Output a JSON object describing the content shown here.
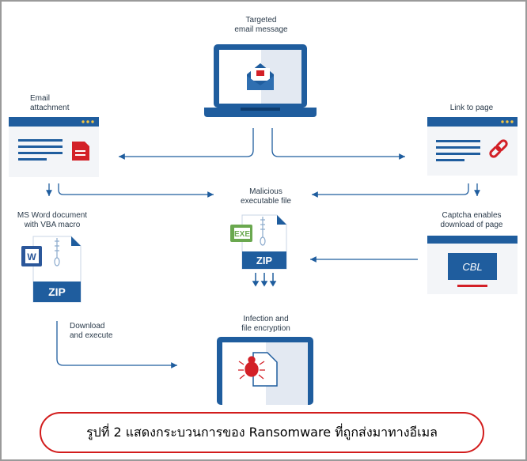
{
  "colors": {
    "blue": "#1f5d9e",
    "light_blue": "#5b8fc7",
    "pale": "#f3f5f8",
    "red": "#d32027",
    "green": "#6aa84f",
    "caption_border": "#d21c1c"
  },
  "labels": {
    "targeted_email": "Targeted\nemail message",
    "email_attachment": "Email\nattachment",
    "link_to_page": "Link to page",
    "malicious_file": "Malicious\nexecutable file",
    "ms_word": "MS Word document\nwith VBA macro",
    "captcha": "Captcha enables\ndownload of page",
    "download_execute": "Download\nand execute",
    "infection": "Infection and\nfile encryption"
  },
  "icons": {
    "zip_left": "ZIP",
    "zip_center": "ZIP",
    "exe": "EXE",
    "word": "W",
    "captcha_text": "CBL"
  },
  "caption": "รูปที่ 2 แสดงกระบวนการของ Ransomware ที่ถูกส่งมาทางอีเมล"
}
